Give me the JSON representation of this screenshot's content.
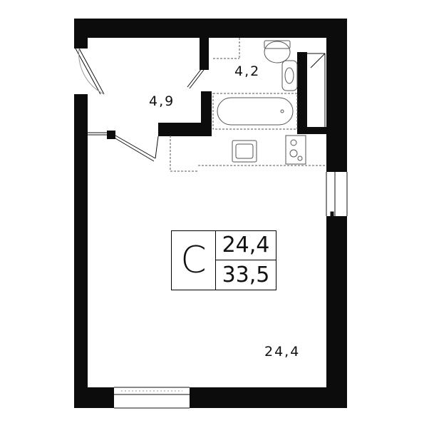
{
  "rooms": {
    "hall_area": "4,9",
    "bathroom_area": "4,2",
    "living_area": "24,4"
  },
  "badge": {
    "type": "С",
    "living_area": "24,4",
    "total_area": "33,5"
  },
  "colors": {
    "wall": "#0c0c0c",
    "fixture_line": "#555555",
    "background": "#ffffff"
  }
}
